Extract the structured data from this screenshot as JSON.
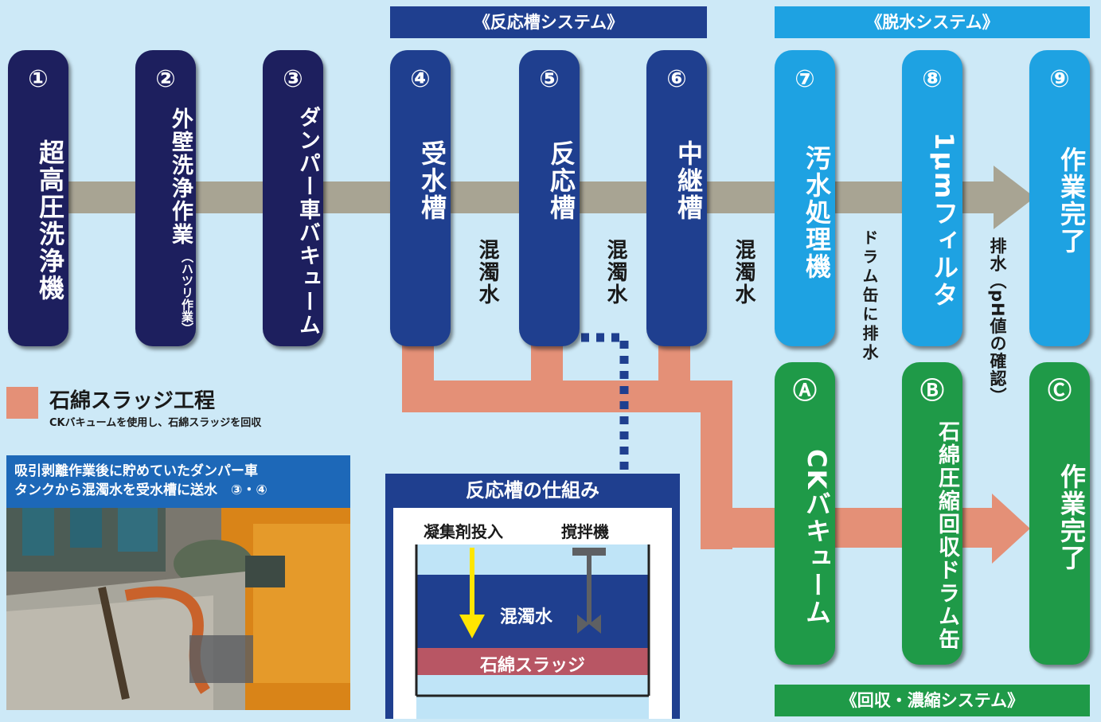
{
  "headers": {
    "reactor_system": "《反応槽システム》",
    "dewater_system": "《脱水システム》",
    "recovery_system": "《回収・濃縮システム》"
  },
  "steps": {
    "s1": {
      "num": "①",
      "label": "超高圧洗浄機"
    },
    "s2": {
      "num": "②",
      "label": "外壁洗浄作業",
      "sub": "（ハツリ作業）"
    },
    "s3": {
      "num": "③",
      "label": "ダンパー車バキューム"
    },
    "s4": {
      "num": "④",
      "label": "受水槽"
    },
    "s5": {
      "num": "⑤",
      "label": "反応槽"
    },
    "s6": {
      "num": "⑥",
      "label": "中継槽"
    },
    "s7": {
      "num": "⑦",
      "label": "汚水処理機"
    },
    "s8": {
      "num": "⑧",
      "label": "1μmフィルタ"
    },
    "s9": {
      "num": "⑨",
      "label": "作業完了"
    },
    "sA": {
      "num": "Ⓐ",
      "label": "CKバキューム"
    },
    "sB": {
      "num": "Ⓑ",
      "label": "石綿圧縮回収ドラム缶"
    },
    "sC": {
      "num": "Ⓒ",
      "label": "作業完了"
    }
  },
  "flow_labels": {
    "turbid_1": "混濁水",
    "turbid_2": "混濁水",
    "turbid_3": "混濁水",
    "drum_drain": "ドラム缶に排水",
    "drain_ph": "排水（pH値の確認）"
  },
  "legend": {
    "title": "石綿スラッジ工程",
    "desc": "CKバキュームを使用し、石綿スラッジを回収",
    "color": "#e49077"
  },
  "photo_caption": {
    "line1": "吸引剥離作業後に貯めていたダンパー車",
    "line2": "タンクから混濁水を受水槽に送水　③・④"
  },
  "reactor_mechanism": {
    "title": "反応槽の仕組み",
    "coagulant": "凝集剤投入",
    "stirrer": "撹拌機",
    "water": "混濁水",
    "sludge": "石綿スラッジ"
  },
  "colors": {
    "background": "#cde9f7",
    "dark_navy": "#1d1f5e",
    "navy": "#1f3f8f",
    "cyan": "#1ea2e2",
    "green": "#1f9a48",
    "arrow_gray": "#a8a493",
    "sludge_pipe": "#e49077"
  }
}
